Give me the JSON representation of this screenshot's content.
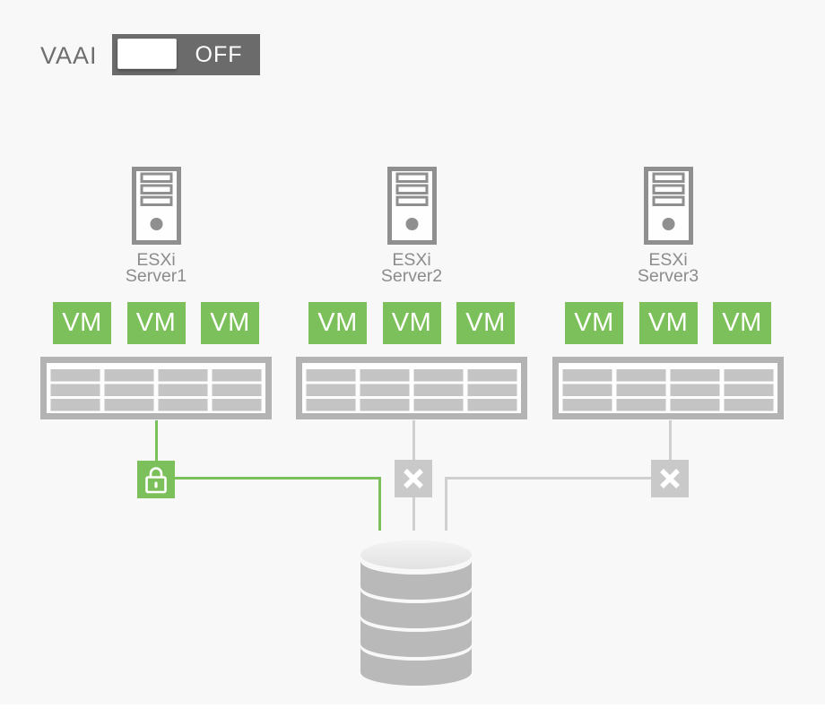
{
  "vaai_toggle": {
    "label": "VAAI",
    "state": "OFF",
    "state_on": false
  },
  "servers": [
    {
      "label_line1": "ESXi",
      "label_line2": "Server1",
      "vms": [
        "VM",
        "VM",
        "VM"
      ],
      "connection_status": "locked"
    },
    {
      "label_line1": "ESXi",
      "label_line2": "Server2",
      "vms": [
        "VM",
        "VM",
        "VM"
      ],
      "connection_status": "blocked"
    },
    {
      "label_line1": "ESXi",
      "label_line2": "Server3",
      "vms": [
        "VM",
        "VM",
        "VM"
      ],
      "connection_status": "blocked"
    }
  ],
  "icons": {
    "server": "server-tower-icon",
    "array": "storage-array-icon",
    "lock": "lock-icon",
    "blocked": "x-icon",
    "storage": "database-cylinder-icon"
  },
  "colors": {
    "green": "#7cc05b",
    "icon_gray": "#8f8f8f",
    "label_gray": "#8c8c8c",
    "array_frame": "#b3b3b3",
    "array_bar": "#c4c4c4",
    "line_gray": "#cfcfcf",
    "x_square": "#c9c9c9",
    "toggle_bg": "#6b6b6b",
    "band_gray": "#b9b9b9",
    "background": "#f8f8f8"
  }
}
